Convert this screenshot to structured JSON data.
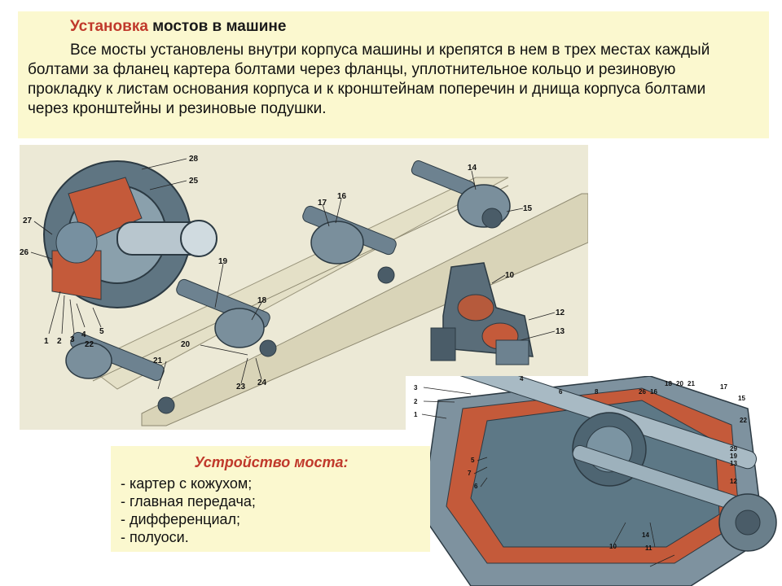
{
  "heading": {
    "accent": "Установка",
    "rest": " мостов в машине"
  },
  "paragraph": "Все мосты установлены внутри корпуса машины и крепятся в нем в трех местах каждый болтами за фланец картера болтами через фланцы, уплотнительное кольцо и резиновую прокладку к листам основания корпуса и к кронштейнам поперечин и днища корпуса болтами через кронштейны и резиновые подушки.",
  "device": {
    "title": "Устройство моста:",
    "items": [
      "- картер с кожухом;",
      "- главная передача;",
      "- дифференциал;",
      "- полуоси."
    ]
  },
  "figure_main": {
    "labels": [
      "28",
      "25",
      "27",
      "26",
      "1",
      "2",
      "3",
      "4",
      "22",
      "5",
      "19",
      "17",
      "16",
      "14",
      "15",
      "10",
      "12",
      "13",
      "18",
      "20",
      "21",
      "23",
      "24"
    ]
  },
  "figure_diff": {
    "labels": [
      "3",
      "2",
      "1",
      "4",
      "6",
      "8",
      "26",
      "16",
      "18",
      "20",
      "21",
      "17",
      "15",
      "22",
      "5",
      "7",
      "6",
      "29",
      "19",
      "13",
      "12",
      "10",
      "14",
      "11"
    ]
  },
  "colors": {
    "accent": "#c0392b",
    "panel": "#fbf8cf",
    "metal": "#6d8290",
    "cut": "#c45a3a"
  }
}
